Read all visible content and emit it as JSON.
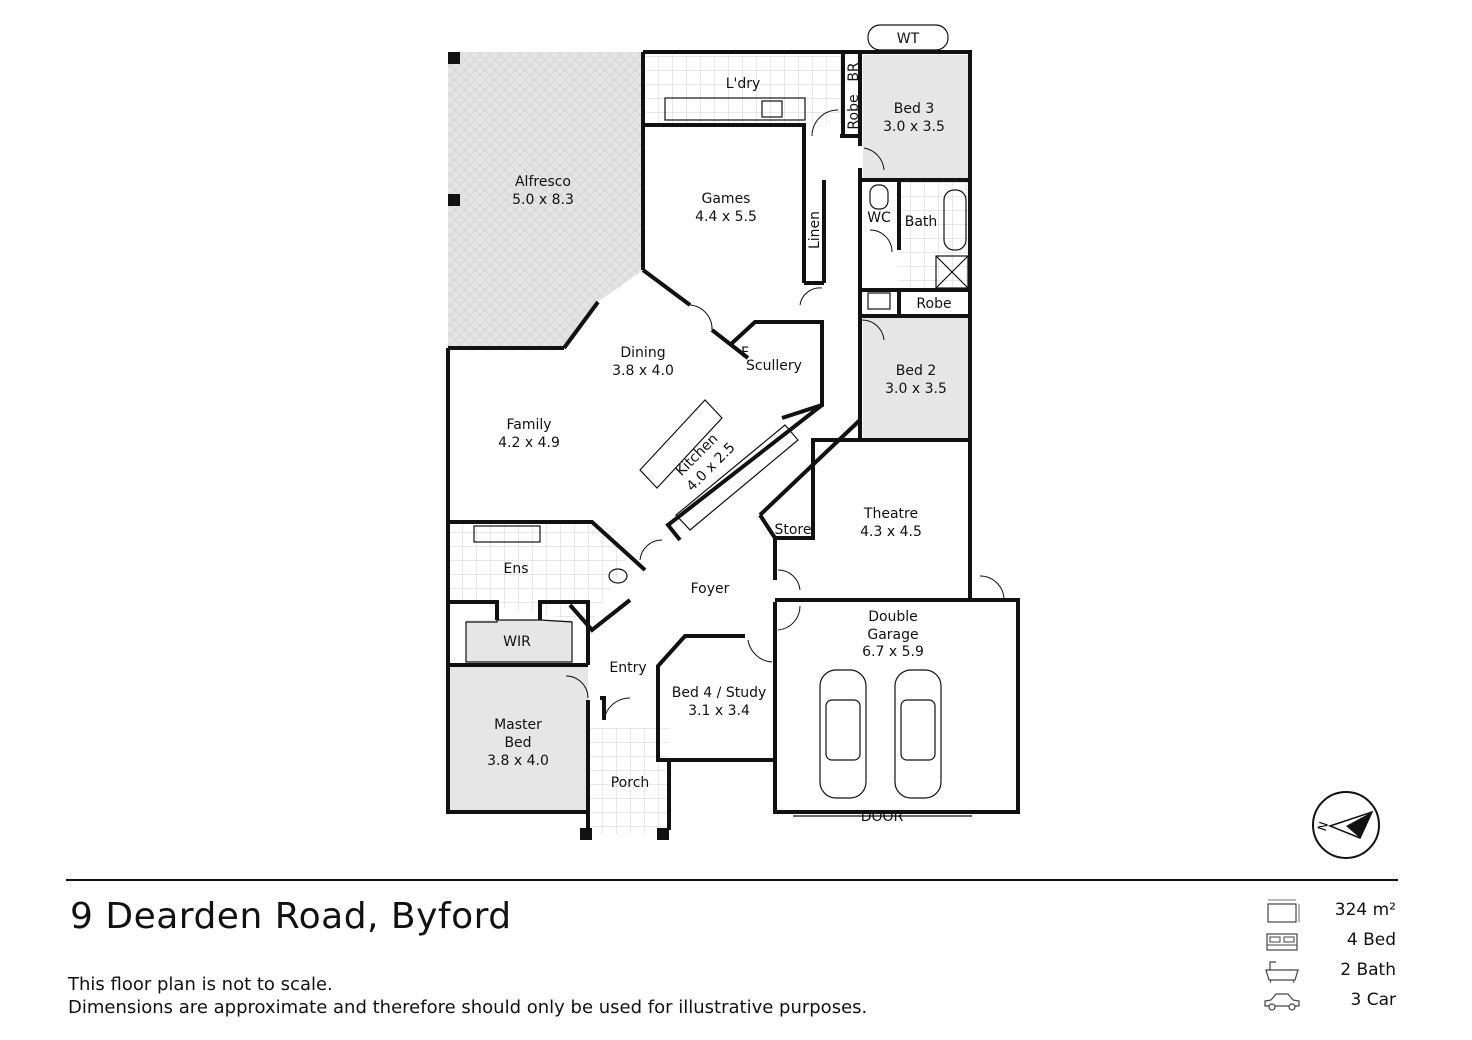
{
  "rooms": {
    "wt": "WT",
    "laundry": "L'dry",
    "br": "BR",
    "robe_top": "Robe",
    "bed3_name": "Bed 3",
    "bed3_size": "3.0 x 3.5",
    "alfresco_name": "Alfresco",
    "alfresco_size": "5.0 x 8.3",
    "games_name": "Games",
    "games_size": "4.4 x 5.5",
    "linen": "Linen",
    "wc": "WC",
    "bath": "Bath",
    "robe_mid": "Robe",
    "bed2_name": "Bed 2",
    "bed2_size": "3.0 x 3.5",
    "dining_name": "Dining",
    "dining_size": "3.8 x 4.0",
    "fridge": "F",
    "scullery": "Scullery",
    "family_name": "Family",
    "family_size": "4.2 x 4.9",
    "kitchen_name": "Kitchen",
    "kitchen_size": "4.0 x 2.5",
    "store": "Store",
    "theatre_name": "Theatre",
    "theatre_size": "4.3 x 4.5",
    "ens": "Ens",
    "foyer": "Foyer",
    "wir": "WIR",
    "garage_line1": "Double",
    "garage_line2": "Garage",
    "garage_size": "6.7 x 5.9",
    "entry": "Entry",
    "bed4_name": "Bed 4 / Study",
    "bed4_size": "3.1 x 3.4",
    "master_line1": "Master",
    "master_line2": "Bed",
    "master_size": "3.8 x 4.0",
    "porch": "Porch",
    "door_tag": "DOOR"
  },
  "compass_letter": "N",
  "footer": {
    "address": "9 Dearden Road, Byford",
    "disclaimer_line1": "This floor plan is not to scale.",
    "disclaimer_line2": "Dimensions are approximate and therefore should only be used for illustrative purposes."
  },
  "stats": [
    {
      "icon": "area-icon",
      "value": "324 m²"
    },
    {
      "icon": "bed-icon",
      "value": "4 Bed"
    },
    {
      "icon": "bath-icon",
      "value": "2 Bath"
    },
    {
      "icon": "car-icon",
      "value": "3 Car"
    }
  ],
  "colors": {
    "wall": "#111111",
    "shaded_room": "#e6e6e6",
    "tile_grid": "#bdbdbd",
    "background": "#ffffff"
  }
}
